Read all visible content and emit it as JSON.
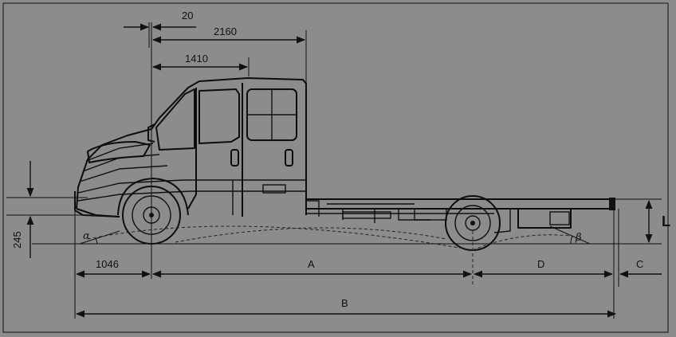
{
  "diagram": {
    "colors": {
      "background": "#8c8c8c",
      "ink": "#111111"
    },
    "dimensions": {
      "top_offset": "20",
      "cab_length_total": "2160",
      "cab_length_inner": "1410",
      "front_overhang": "1046",
      "wheelbase": "A",
      "total_length": "B",
      "rear_overhang_ext": "C",
      "rear_overhang": "D",
      "ground_clearance": "245",
      "frame_height": "L"
    },
    "angles": {
      "approach": "α",
      "departure": "β"
    }
  }
}
